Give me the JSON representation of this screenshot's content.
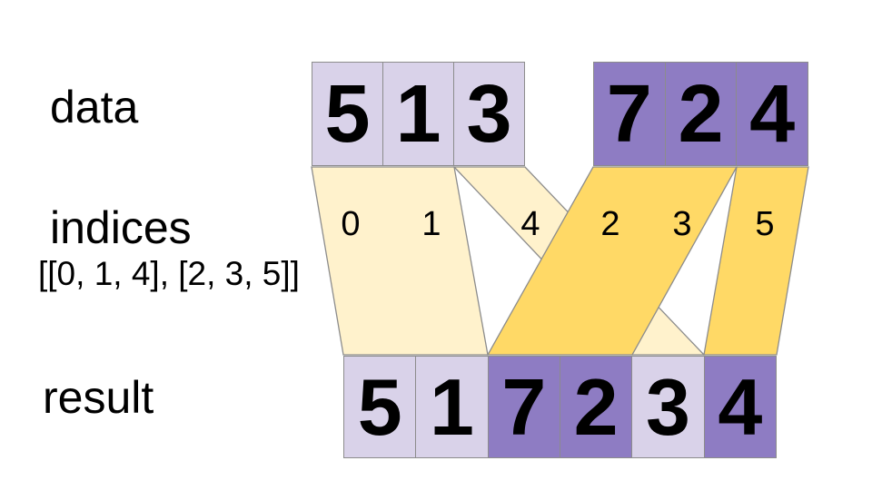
{
  "labels": {
    "data": "data",
    "indices": "indices",
    "indices_value": "[[0, 1, 4], [2, 3, 5]]",
    "result": "result"
  },
  "data_row": {
    "groups": [
      {
        "name": "data-group-1",
        "color": "#d9d2e9",
        "values": [
          "5",
          "1",
          "3"
        ]
      },
      {
        "name": "data-group-2",
        "color": "#8e7cc3",
        "values": [
          "7",
          "2",
          "4"
        ]
      }
    ]
  },
  "indices_row": {
    "values": [
      "0",
      "1",
      "4",
      "2",
      "3",
      "5"
    ],
    "band_colors": {
      "group1": "#fff2cc",
      "group2": "#ffd966"
    }
  },
  "result_row": {
    "cells": [
      {
        "value": "5",
        "source": "group1"
      },
      {
        "value": "1",
        "source": "group1"
      },
      {
        "value": "7",
        "source": "group2"
      },
      {
        "value": "2",
        "source": "group2"
      },
      {
        "value": "3",
        "source": "group1"
      },
      {
        "value": "4",
        "source": "group2"
      }
    ]
  },
  "colors": {
    "cell-light": "#d9d2e9",
    "cell-dark": "#8e7cc3",
    "band-light": "#fff2cc",
    "band-dark": "#ffd966",
    "border": "#8c8c8c",
    "text": "#000000",
    "background": "#ffffff"
  }
}
